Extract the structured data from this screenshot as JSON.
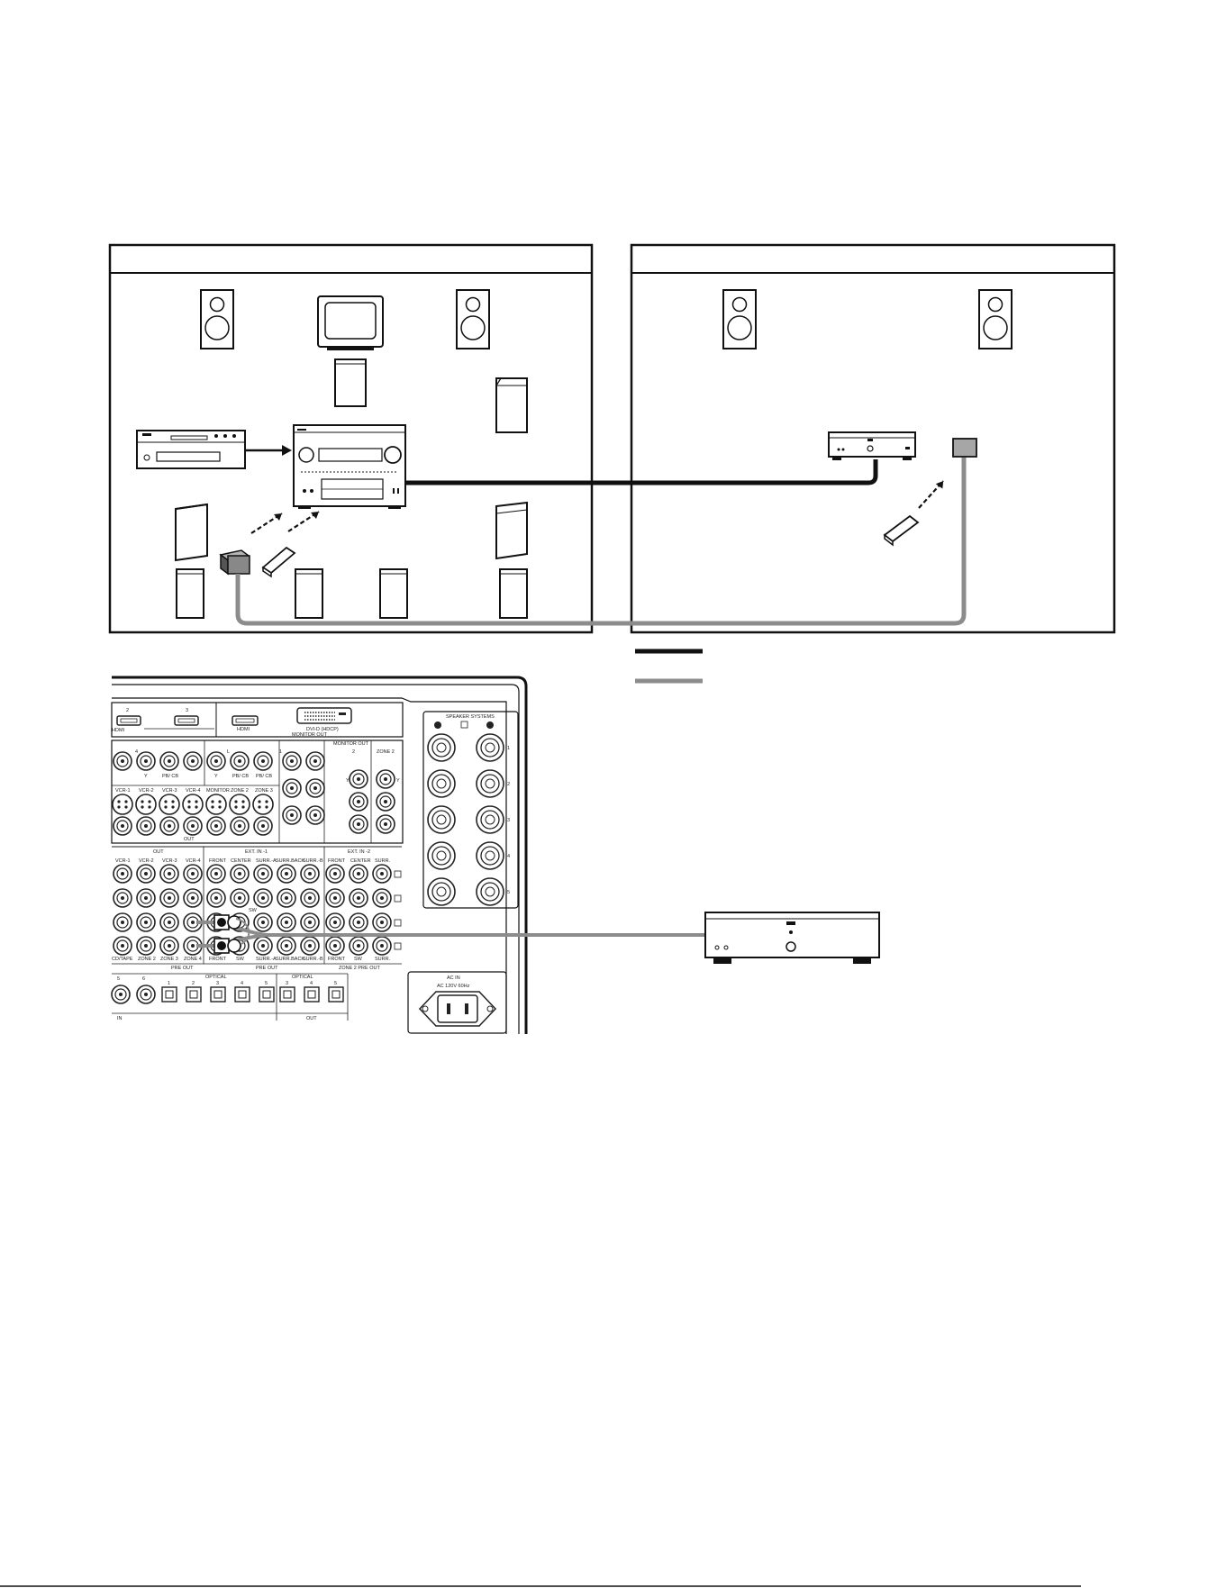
{
  "colors": {
    "line": "#111111",
    "zone2_cable": "#8c8c8c",
    "background": "#ffffff"
  },
  "icons": [
    "speaker-icon",
    "tv-icon",
    "dvd-player-icon",
    "receiver-icon",
    "amplifier-icon",
    "ir-receiver-icon",
    "remote-control-icon",
    "subwoofer-icon"
  ],
  "rear_panel": {
    "hdmi_in_nums": [
      "2",
      "3"
    ],
    "hdmi_in_label": "HDMI",
    "monitor_hdmi_label": "HDMI",
    "dvi_label": "DVI-D (HDCP)",
    "monitor_out_label": "MONITOR OUT",
    "monitor_out2_label": "MONITOR OUT",
    "component_nums": [
      "1",
      "2"
    ],
    "zone2_label": "ZONE 2",
    "component_top_labels": [
      "Y",
      "PB/ CB",
      "Y",
      "PB/ CB",
      "Y",
      "PB/ CB"
    ],
    "svideo_labels": [
      "VCR-1",
      "VCR-2",
      "VCR-3",
      "VCR-4",
      "MONITOR",
      "ZONE 2",
      "ZONE 3"
    ],
    "svideo_out_label": "OUT",
    "out_header": "OUT",
    "ext_in1_label": "EXT. IN -1",
    "ext_in2_label": "EXT. IN -2",
    "vcr_labels": [
      "VCR-1",
      "VCR-2",
      "VCR-3",
      "VCR-4"
    ],
    "ext1_labels": [
      "FRONT",
      "CENTER",
      "SURR.-A",
      "SURR.BACK",
      "SURR.-B"
    ],
    "ext2_labels": [
      "FRONT",
      "CENTER",
      "SURR."
    ],
    "bottom_labels": [
      "CD/TAPE",
      "ZONE 2",
      "ZONE 3",
      "ZONE 4",
      "FRONT",
      "SW",
      "SURR.-A",
      "SURR.BACK",
      "SURR.-B",
      "FRONT",
      "SW",
      "SURR."
    ],
    "pre_out_label": "PRE OUT",
    "pre_out2_label": "PRE OUT",
    "zone2_pre_out_label": "ZONE 2 PRE OUT",
    "sw_label": "SW",
    "optical_in_label": "OPTICAL",
    "optical_out_label": "OPTICAL",
    "optical_in_nums": [
      "1",
      "2",
      "3",
      "4",
      "5"
    ],
    "optical_out_nums": [
      "3",
      "4",
      "5"
    ],
    "coax_nums": [
      "5",
      "6"
    ],
    "in_label": "IN",
    "out_label": "OUT",
    "speaker_systems_label": "SPEAKER SYSTEMS",
    "speaker_nums": [
      "1",
      "2",
      "3",
      "4",
      "5"
    ],
    "ac_in_label": "AC IN",
    "ac_spec": "AC 120V 60Hz"
  }
}
